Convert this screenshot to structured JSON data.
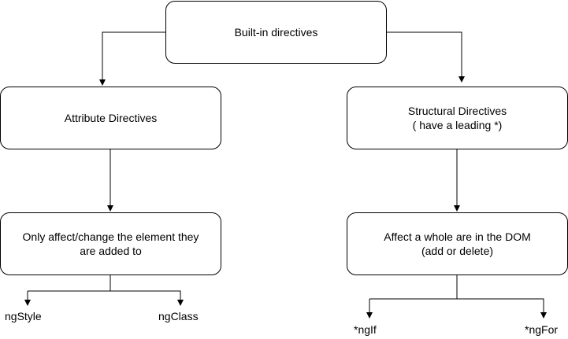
{
  "diagram": {
    "root": {
      "label": "Built-in directives"
    },
    "attribute": {
      "label": "Attribute Directives"
    },
    "structural": {
      "line1": "Structural Directives",
      "line2": "( have a leading *)"
    },
    "attribute_desc": {
      "line1": "Only affect/change the element they",
      "line2": "are added to"
    },
    "structural_desc": {
      "line1": "Affect a whole are in the DOM",
      "line2": "(add  or delete)"
    },
    "leaves": {
      "ngstyle": "ngStyle",
      "ngclass": "ngClass",
      "ngif": "*ngIf",
      "ngfor": "*ngFor"
    },
    "colors": {
      "stroke": "#000000",
      "fill": "#ffffff"
    }
  }
}
